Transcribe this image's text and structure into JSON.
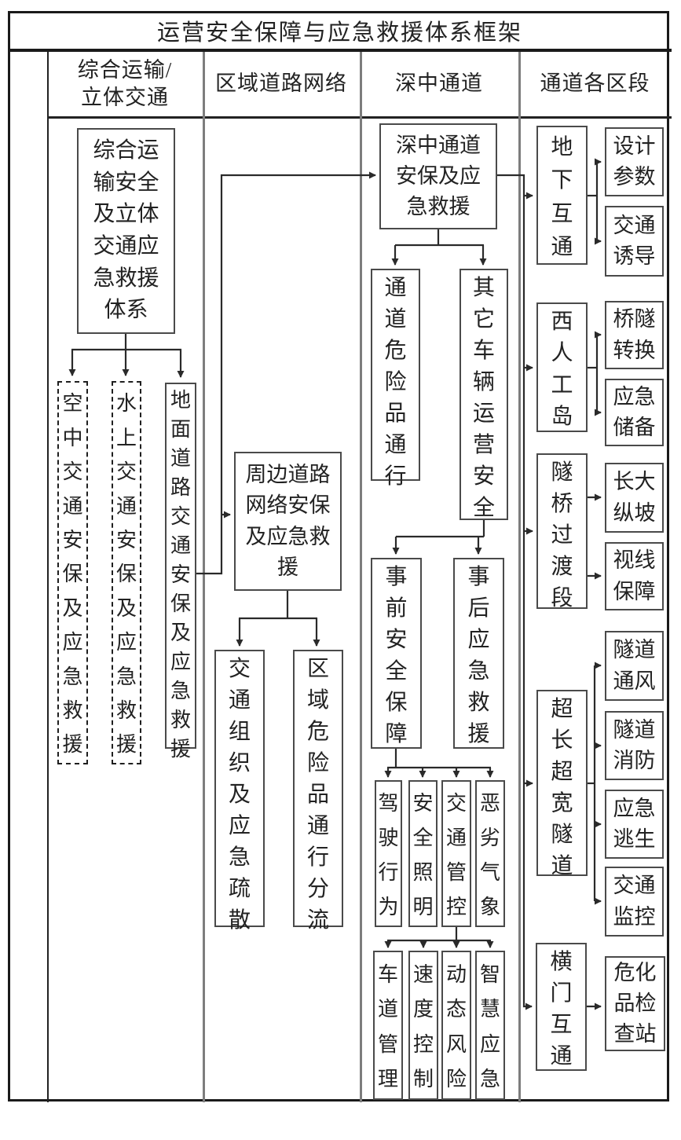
{
  "title": "运营安全保障与应急救援体系框架",
  "columns": [
    {
      "header": "综合运输/\n立体交通"
    },
    {
      "header": "区域道路网络"
    },
    {
      "header": "深中通道"
    },
    {
      "header": "通道各区段"
    }
  ],
  "nodes": {
    "zonghe": "综合运输安全及立体交通应急救援体系",
    "kongzhong": "空中交通安保及应急救援",
    "shuishang": "水上交通安保及应急救援",
    "dimian": "地面道路交通安保及应急救援",
    "zhoubian": "周边道路网络安保及应急救援",
    "jiaotong_zuzhi": "交通组织及应急疏散",
    "quyu_weixian": "区域危险品通行分流",
    "shenzhong": "深中通道安保及应急救援",
    "tongdao_weixian": "通道危险品通行",
    "qita_cheliang": "其它车辆运营安全",
    "shiqian": "事前安全保障",
    "shihou": "事后应急救援",
    "jiashi": "驾驶行为",
    "zhaoming": "安全照明",
    "guankong": "交通管控",
    "qixiang": "恶劣气象",
    "chedao": "车道管理",
    "sudu": "速度控制",
    "dongtai": "动态风险",
    "zhihui": "智慧应急",
    "dixia": "地下互通",
    "xidao": "西人工岛",
    "suiqiao": "隧桥过渡段",
    "chaochang": "超长超宽隧道",
    "hengmen": "横门互通",
    "sheji": "设计参数",
    "youdao": "交通诱导",
    "qiaosui": "桥隧转换",
    "chubei": "应急储备",
    "zongpo": "长大纵坡",
    "shixian": "视线保障",
    "tongfeng": "隧道通风",
    "xiaofang": "隧道消防",
    "taosheng": "应急逃生",
    "jiankong": "交通监控",
    "weihua": "危化品检查站"
  },
  "colors": {
    "line": "#2a2a2a",
    "box_border": "#4a4a4a",
    "divider": "#7d7d7d",
    "text": "#222222"
  }
}
